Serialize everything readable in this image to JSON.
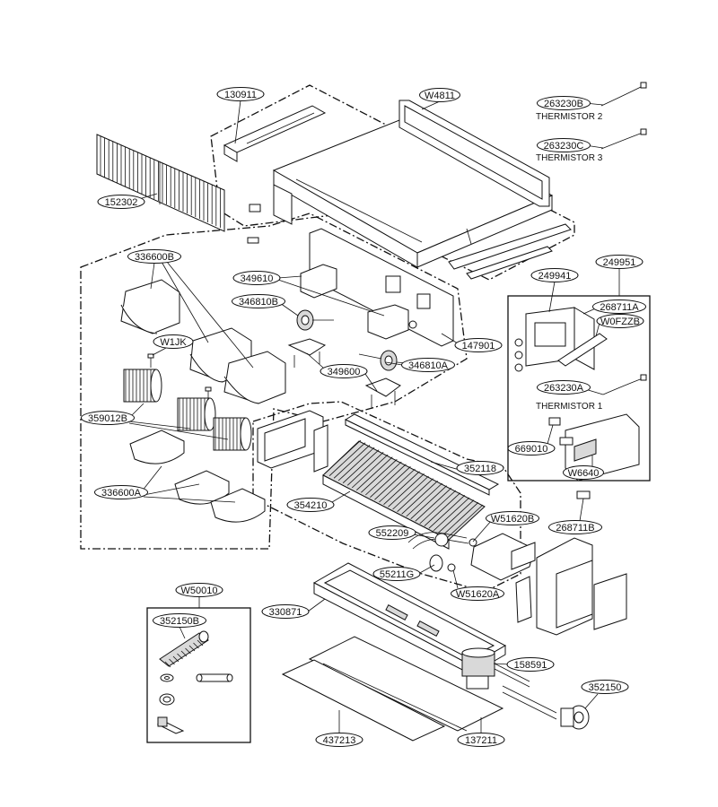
{
  "diagram": {
    "labels": [
      {
        "id": "l130911",
        "text": "130911"
      },
      {
        "id": "lW4811",
        "text": "W4811"
      },
      {
        "id": "l263230B",
        "text": "263230B"
      },
      {
        "id": "l263230C",
        "text": "263230C"
      },
      {
        "id": "l152302",
        "text": "152302"
      },
      {
        "id": "l336600B",
        "text": "336600B"
      },
      {
        "id": "l349610",
        "text": "349610"
      },
      {
        "id": "l249951",
        "text": "249951"
      },
      {
        "id": "l249941",
        "text": "249941"
      },
      {
        "id": "l268711A",
        "text": "268711A"
      },
      {
        "id": "lW0FZZB",
        "text": "W0FZZB"
      },
      {
        "id": "l346810B",
        "text": "346810B"
      },
      {
        "id": "lW1JK",
        "text": "W1JK"
      },
      {
        "id": "l147901",
        "text": "147901"
      },
      {
        "id": "l349600",
        "text": "349600"
      },
      {
        "id": "l346810A",
        "text": "346810A"
      },
      {
        "id": "l263230A",
        "text": "263230A"
      },
      {
        "id": "l359012B",
        "text": "359012B"
      },
      {
        "id": "l669010",
        "text": "669010"
      },
      {
        "id": "l352118",
        "text": "352118"
      },
      {
        "id": "lW6640",
        "text": "W6640"
      },
      {
        "id": "l336600A",
        "text": "336600A"
      },
      {
        "id": "l354210",
        "text": "354210"
      },
      {
        "id": "lW51620B",
        "text": "W51620B"
      },
      {
        "id": "l268711B",
        "text": "268711B"
      },
      {
        "id": "l552209",
        "text": "552209"
      },
      {
        "id": "l55211G",
        "text": "55211G"
      },
      {
        "id": "lW51620A",
        "text": "W51620A"
      },
      {
        "id": "lW50010",
        "text": "W50010"
      },
      {
        "id": "l330871",
        "text": "330871"
      },
      {
        "id": "l352150B",
        "text": "352150B"
      },
      {
        "id": "l158591",
        "text": "158591"
      },
      {
        "id": "l352150",
        "text": "352150"
      },
      {
        "id": "l437213",
        "text": "437213"
      },
      {
        "id": "l137211",
        "text": "137211"
      }
    ],
    "captions": {
      "thermistor2": "THERMISTOR 2",
      "thermistor3": "THERMISTOR 3",
      "thermistor1": "THERMISTOR 1"
    }
  }
}
